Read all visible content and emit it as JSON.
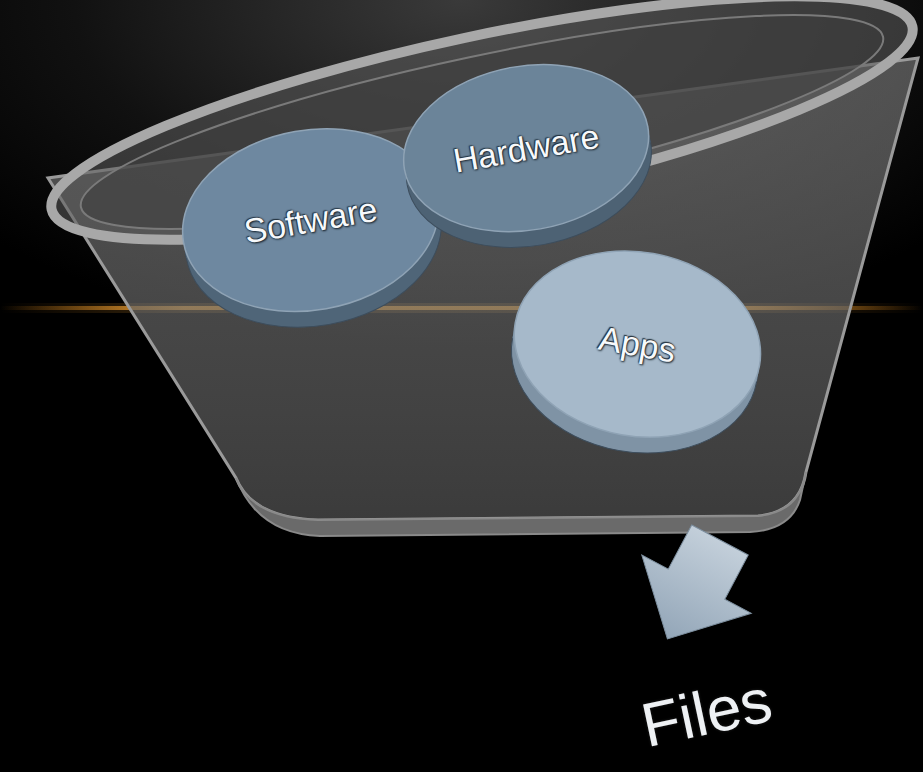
{
  "diagram": {
    "nodes": [
      {
        "text": [
          "Software"
        ]
      },
      {
        "text": [
          "Hardware"
        ]
      },
      {
        "text": [
          "Apps"
        ]
      }
    ],
    "labels": [
      "Files"
    ]
  }
}
